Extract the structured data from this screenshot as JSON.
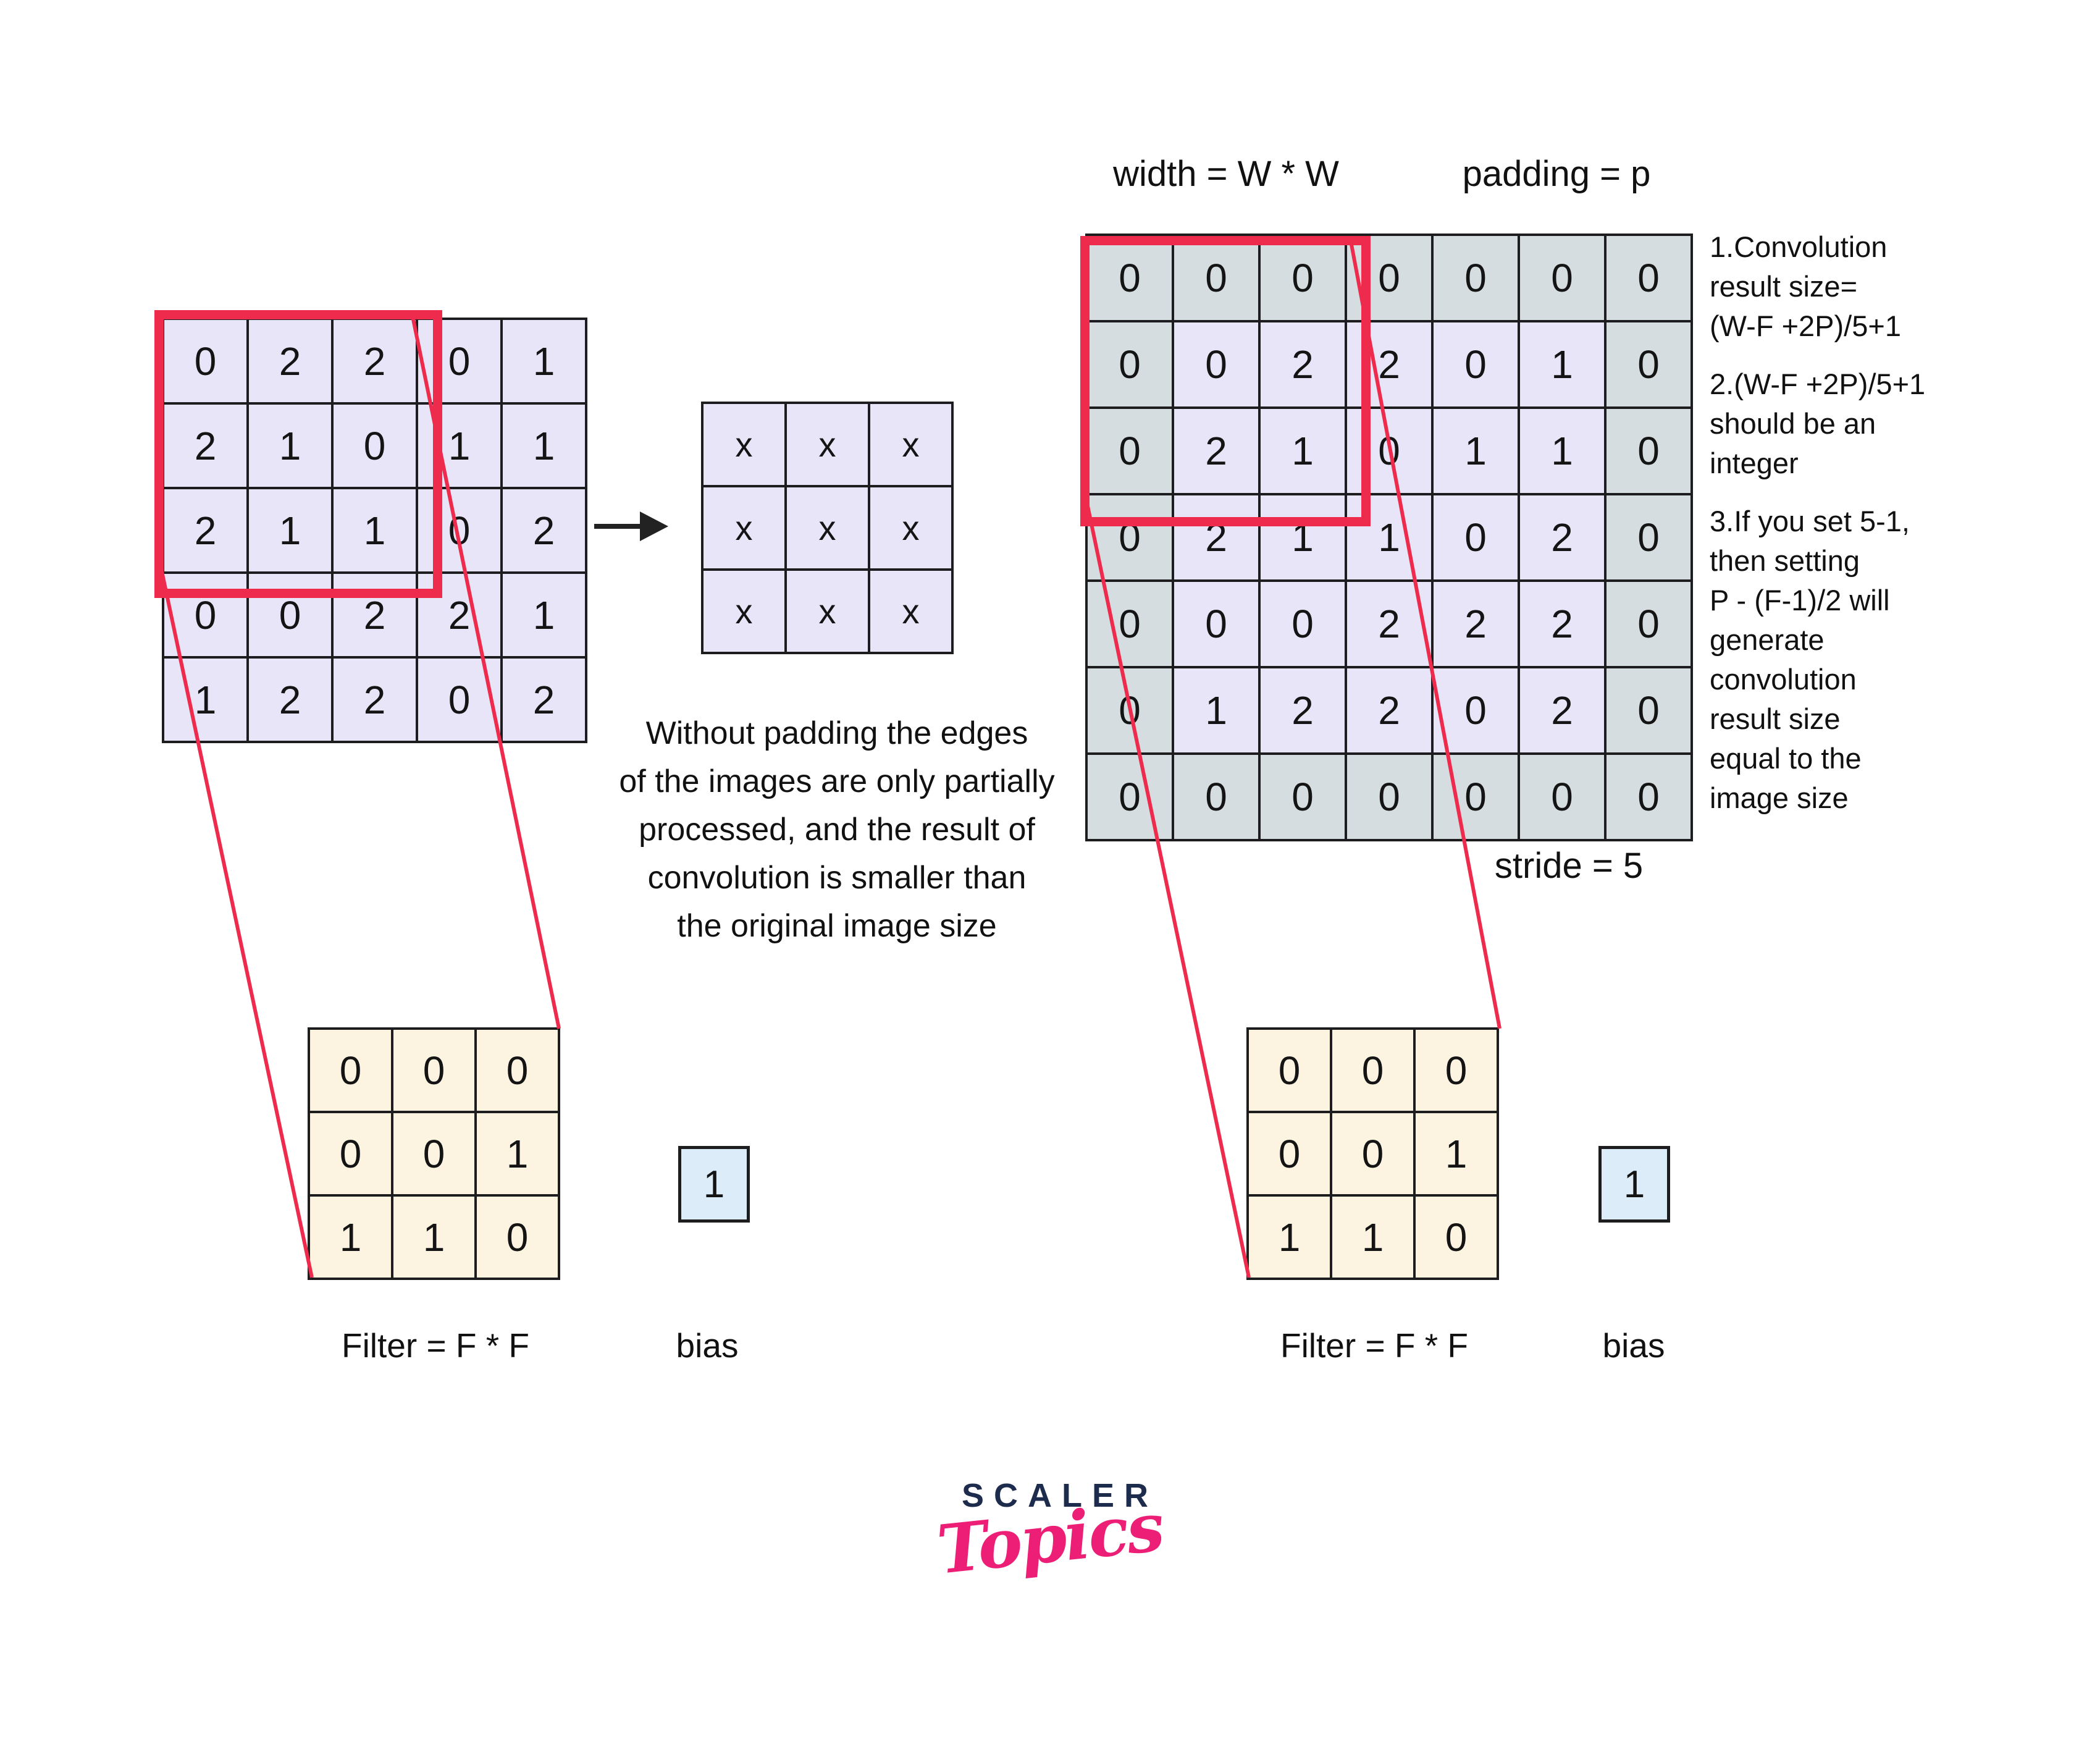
{
  "colors": {
    "highlight_red": "#ee2b4d",
    "grid_border": "#1d1d1f",
    "image_cell": "#e7e5f7",
    "padding_cell": "#d5dde1",
    "filter_cell": "#fdf3e1",
    "bias_cell": "#ddecf9",
    "logo_navy": "#1d2b4c",
    "logo_pink": "#ed1e75"
  },
  "left_section": {
    "image_grid": [
      [
        "0",
        "2",
        "2",
        "0",
        "1"
      ],
      [
        "2",
        "1",
        "0",
        "1",
        "1"
      ],
      [
        "2",
        "1",
        "1",
        "0",
        "2"
      ],
      [
        "0",
        "0",
        "2",
        "2",
        "1"
      ],
      [
        "1",
        "2",
        "2",
        "0",
        "2"
      ]
    ],
    "filter_grid": [
      [
        "0",
        "0",
        "0"
      ],
      [
        "0",
        "0",
        "1"
      ],
      [
        "1",
        "1",
        "0"
      ]
    ],
    "filter_label": "Filter = F * F",
    "bias_value": "1",
    "bias_label": "bias"
  },
  "middle_section": {
    "result_grid": [
      [
        "x",
        "x",
        "x"
      ],
      [
        "x",
        "x",
        "x"
      ],
      [
        "x",
        "x",
        "x"
      ]
    ],
    "caption": "Without padding the edges\nof the images are only partially\nprocessed, and the result of\nconvolution is smaller than\nthe original image size"
  },
  "right_section": {
    "width_label": "width = W * W",
    "padding_label": "padding = p",
    "stride_label": "stride = 5",
    "padded_grid": [
      [
        "0",
        "0",
        "0",
        "0",
        "0",
        "0",
        "0"
      ],
      [
        "0",
        "0",
        "2",
        "2",
        "0",
        "1",
        "0"
      ],
      [
        "0",
        "2",
        "1",
        "0",
        "1",
        "1",
        "0"
      ],
      [
        "0",
        "2",
        "1",
        "1",
        "0",
        "2",
        "0"
      ],
      [
        "0",
        "0",
        "0",
        "2",
        "2",
        "2",
        "0"
      ],
      [
        "0",
        "1",
        "2",
        "2",
        "0",
        "2",
        "0"
      ],
      [
        "0",
        "0",
        "0",
        "0",
        "0",
        "0",
        "0"
      ]
    ],
    "filter_grid": [
      [
        "0",
        "0",
        "0"
      ],
      [
        "0",
        "0",
        "1"
      ],
      [
        "1",
        "1",
        "0"
      ]
    ],
    "filter_label": "Filter = F * F",
    "bias_value": "1",
    "bias_label": "bias",
    "notes": [
      "1.Convolution\nresult size=\n(W-F +2P)/5+1",
      "2.(W-F +2P)/5+1\nshould be an\ninteger",
      "3.If you set 5-1,\nthen setting\nP - (F-1)/2 will\ngenerate\nconvolution\nresult size\nequal to the\nimage size"
    ]
  },
  "logo": {
    "primary": "SCALER",
    "secondary": "Topics"
  }
}
